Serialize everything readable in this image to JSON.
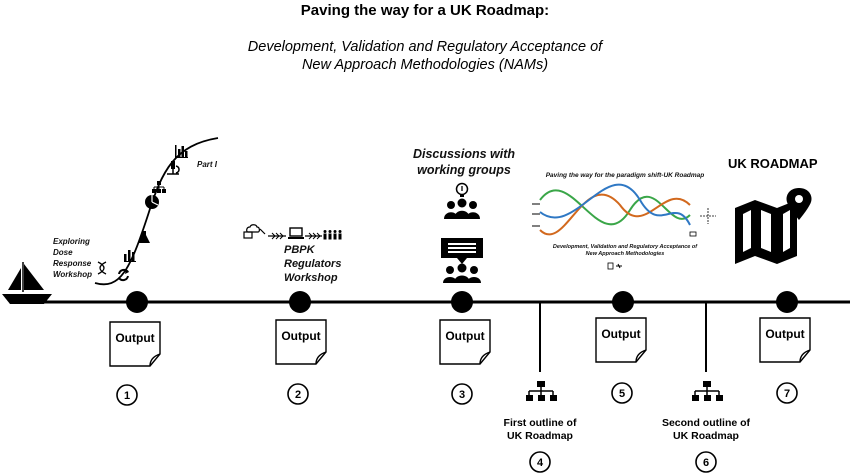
{
  "title": "Paving the way for a UK Roadmap:",
  "subtitle_line1": "Development, Validation and Regulatory Acceptance of",
  "subtitle_line2": "New Approach Methodologies (NAMs)",
  "milestones": {
    "m1": {
      "label_lines": [
        "Exploring",
        "Dose",
        "Response",
        "Workshop"
      ],
      "curve_label": "Part I",
      "output": "Output",
      "number": "1"
    },
    "m2": {
      "label_lines": [
        "PBPK",
        "Regulators",
        "Workshop"
      ],
      "output": "Output",
      "number": "2"
    },
    "m3": {
      "label_lines": [
        "Discussions with",
        "working groups"
      ],
      "output": "Output",
      "number": "3"
    },
    "m4": {
      "label_lines": [
        "First outline of",
        "UK Roadmap"
      ],
      "number": "4"
    },
    "m5": {
      "thumbnail_title": "Paving the way for the paradigm shift-UK Roadmap",
      "thumbnail_sub1": "Development, Validation and Regulatory Acceptance of",
      "thumbnail_sub2": "New Approach Methodologies",
      "output": "Output",
      "number": "5"
    },
    "m6": {
      "label_lines": [
        "Second outline of",
        "UK Roadmap"
      ],
      "number": "6"
    },
    "m7": {
      "label": "UK ROADMAP",
      "output": "Output",
      "number": "7"
    }
  },
  "icons": [
    "sailboat-icon",
    "dna-icon",
    "refresh-icon",
    "bar-chart-icon",
    "flask-icon",
    "pie-chart-icon",
    "hierarchy-icon",
    "microscope-icon",
    "bar-chart-icon",
    "cloud-computer-icon",
    "laptop-icon",
    "people-group-icon",
    "idea-team-icon",
    "chat-team-icon",
    "document-icon",
    "org-chart-icon",
    "map-pin-icon"
  ],
  "colors": {
    "line": "#000000",
    "green": "#3aa648",
    "orange": "#d2691e",
    "blue": "#2f78c4"
  }
}
